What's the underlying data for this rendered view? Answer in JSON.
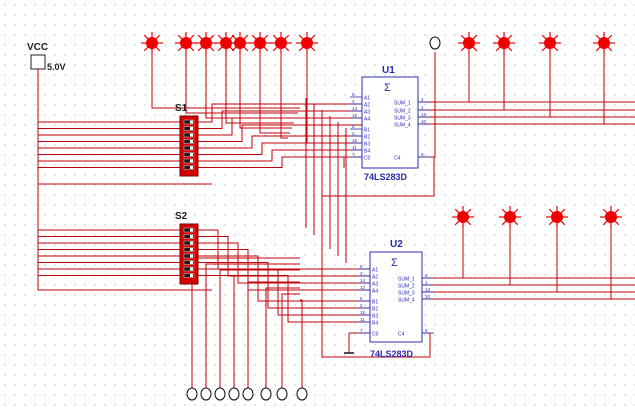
{
  "power": {
    "label": "VCC",
    "value": "5.0V"
  },
  "switches": [
    {
      "ref": "S1"
    },
    {
      "ref": "S2"
    }
  ],
  "chips": [
    {
      "ref": "U1",
      "part": "74LS283D",
      "symbol": "Σ",
      "left_pins": [
        "A1",
        "A2",
        "A3",
        "A4",
        "B1",
        "B2",
        "B3",
        "B4",
        "C0"
      ],
      "right_pins": [
        "SUM_1",
        "SUM_2",
        "SUM_3",
        "SUM_4",
        "C4"
      ],
      "left_pin_numbers": [
        "5",
        "3",
        "14",
        "12",
        "6",
        "2",
        "15",
        "11",
        "7"
      ],
      "right_pin_numbers": [
        "4",
        "1",
        "13",
        "10",
        "9"
      ]
    },
    {
      "ref": "U2",
      "part": "74LS283D",
      "symbol": "Σ",
      "left_pins": [
        "A1",
        "A2",
        "A3",
        "A4",
        "B1",
        "B2",
        "B3",
        "B4",
        "C0"
      ],
      "right_pins": [
        "SUM_1",
        "SUM_2",
        "SUM_3",
        "SUM_4",
        "C4"
      ],
      "left_pin_numbers": [
        "5",
        "3",
        "14",
        "12",
        "6",
        "2",
        "15",
        "11",
        "7"
      ],
      "right_pin_numbers": [
        "4",
        "1",
        "13",
        "10",
        "9"
      ]
    }
  ],
  "colors": {
    "wire": "#c0000a",
    "chip": "#2b2bb0",
    "lamp_on": "#ee0000",
    "grid": "#b9b9b9",
    "switch_body": "#d40000"
  }
}
